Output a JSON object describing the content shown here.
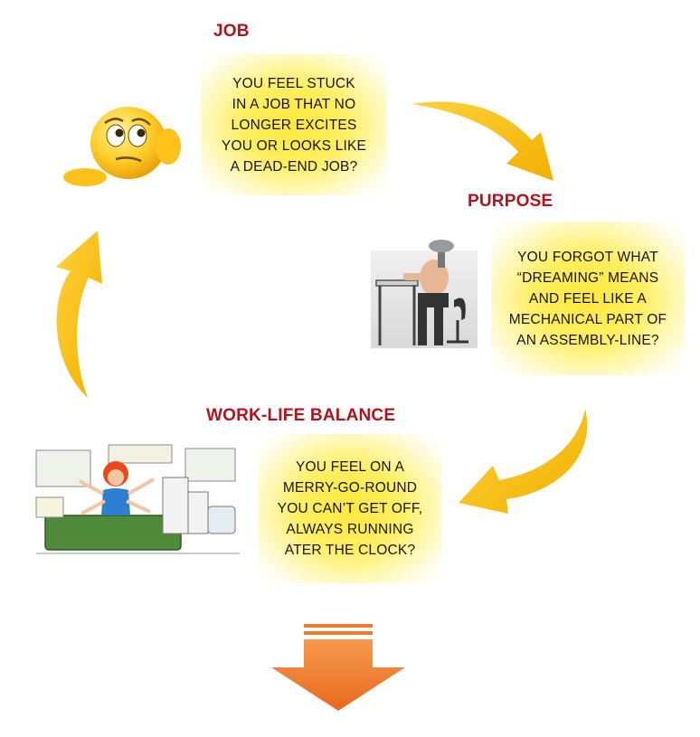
{
  "stages": [
    {
      "heading": "JOB",
      "text": "YOU FEEL STUCK\nIN A JOB THAT NO\nLONGER EXCITES\nYOU OR LOOKS LIKE\nA DEAD-END JOB?",
      "illustration": "thinking-emoji-icon"
    },
    {
      "heading": "PURPOSE",
      "text": "YOU FORGOT WHAT\n“DREAMING” MEANS\nAND FEEL LIKE A\nMECHANICAL PART OF\nAN ASSEMBLY-LINE?",
      "illustration": "wind-up-office-worker-illustration"
    },
    {
      "heading": "WORK-LIFE BALANCE",
      "text": "YOU FEEL ON A\nMERRY-GO-ROUND\nYOU CAN’T GET OFF,\nALWAYS RUNNING\nATER THE CLOCK?",
      "illustration": "multitasking-person-illustration"
    }
  ],
  "colors": {
    "heading": "#b5121b",
    "cycle_arrow": "#f5b800",
    "down_arrow": "#ef7a2c",
    "glow_center": "#ffe83c"
  }
}
